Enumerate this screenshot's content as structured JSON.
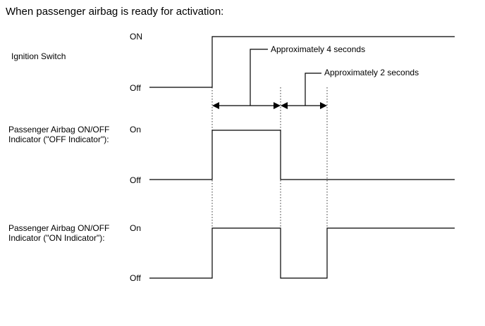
{
  "title": "When passenger airbag is ready for activation:",
  "signals": {
    "ignition": {
      "name": "Ignition Switch",
      "high_label": "ON",
      "low_label": "Off"
    },
    "off_indicator": {
      "name_line1": "Passenger Airbag ON/OFF",
      "name_line2": "Indicator (\"OFF Indicator\"):",
      "high_label": "On",
      "low_label": "Off"
    },
    "on_indicator": {
      "name_line1": "Passenger Airbag ON/OFF",
      "name_line2": "Indicator (\"ON Indicator\"):",
      "high_label": "On",
      "low_label": "Off"
    }
  },
  "annotations": {
    "interval_1": "Approximately 4 seconds",
    "interval_2": "Approximately 2 seconds"
  },
  "colors": {
    "line": "#000000",
    "background": "#ffffff"
  }
}
